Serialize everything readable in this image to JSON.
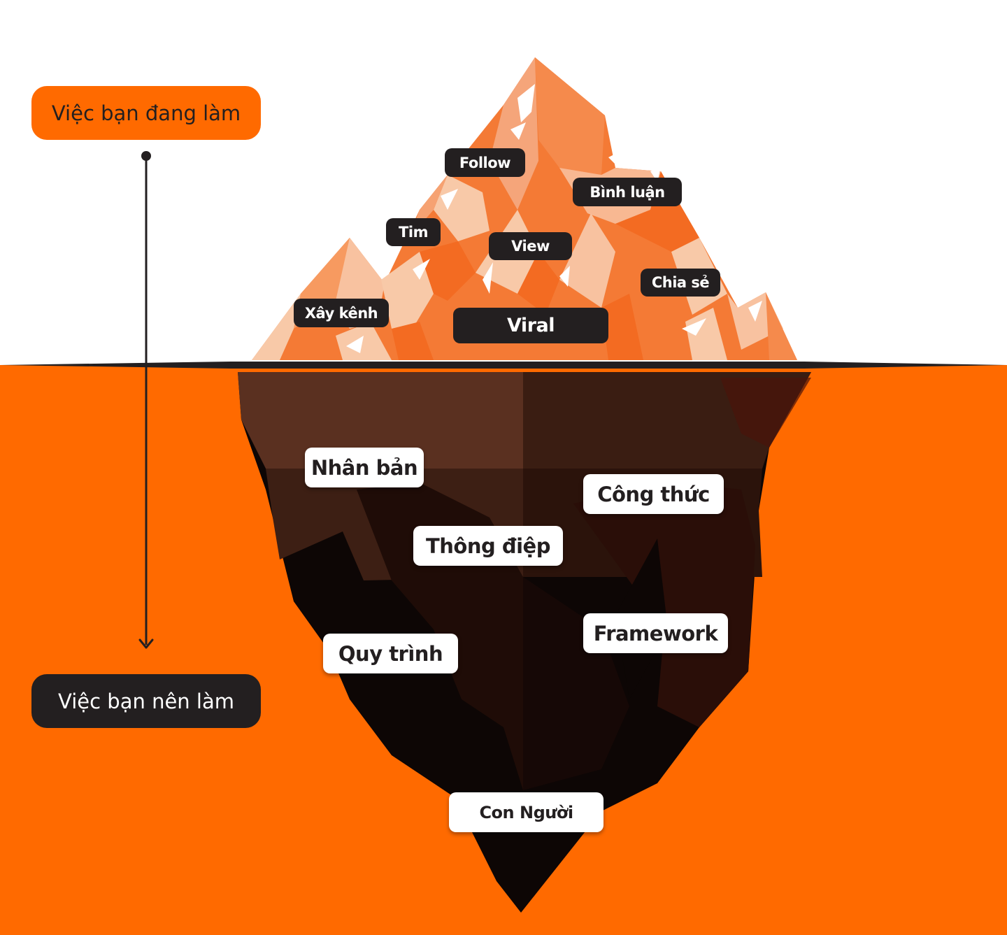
{
  "colors": {
    "orange": "#ff6a00",
    "dark": "#231f20",
    "white": "#ffffff"
  },
  "side_labels": {
    "top": "Việc bạn đang làm",
    "bottom": "Việc bạn nên làm"
  },
  "above_water": [
    "Follow",
    "Bình luận",
    "Tim",
    "View",
    "Chia sẻ",
    "Xây kênh",
    "Viral"
  ],
  "below_water": [
    "Nhân bản",
    "Công thức",
    "Thông điệp",
    "Framework",
    "Quy trình",
    "Con Người"
  ]
}
